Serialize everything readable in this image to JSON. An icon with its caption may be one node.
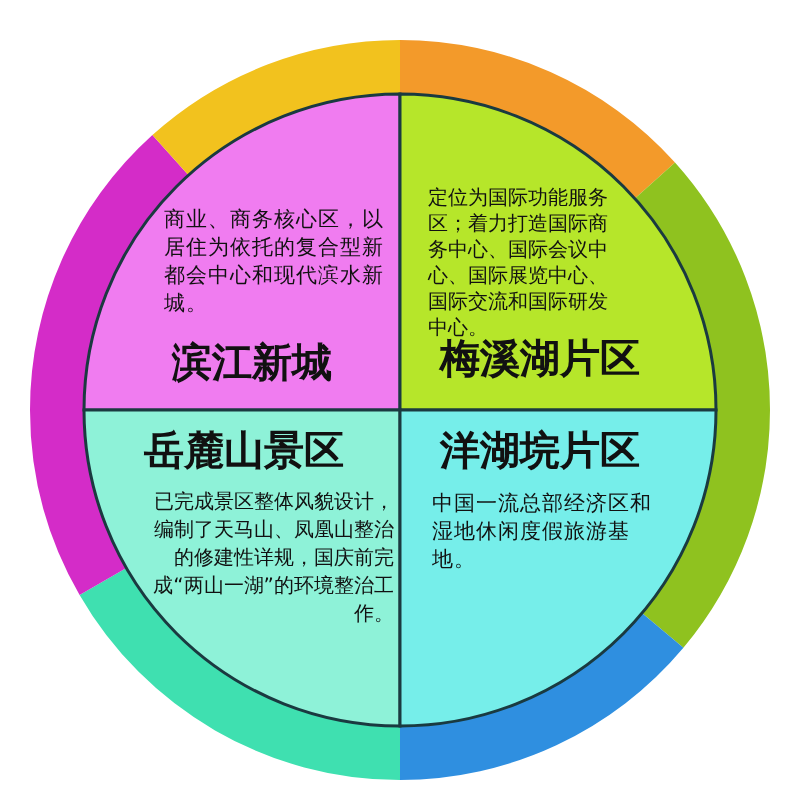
{
  "diagram": {
    "nodes": [
      {
        "text": [
          "商业、商务核心区，以居住为依托的复合型新都会中心和现代滨水新城。",
          "滨江新城"
        ]
      },
      {
        "text": [
          "定位为国际功能服务区；着力打造国际商务中心、国际会议中心、国际展览中心、国际交流和国际研发中心。",
          "梅溪湖片区"
        ]
      },
      {
        "text": [
          "岳麓山景区",
          "已完成景区整体风貌设计，编制了天马山、凤凰山整治的修建性详规，国庆前完成“两山一湖”的环境整治工作。"
        ]
      },
      {
        "text": [
          "洋湖垸片区",
          "中国一流总部经济区和湿地休闲度假旅游基地。"
        ]
      }
    ]
  }
}
